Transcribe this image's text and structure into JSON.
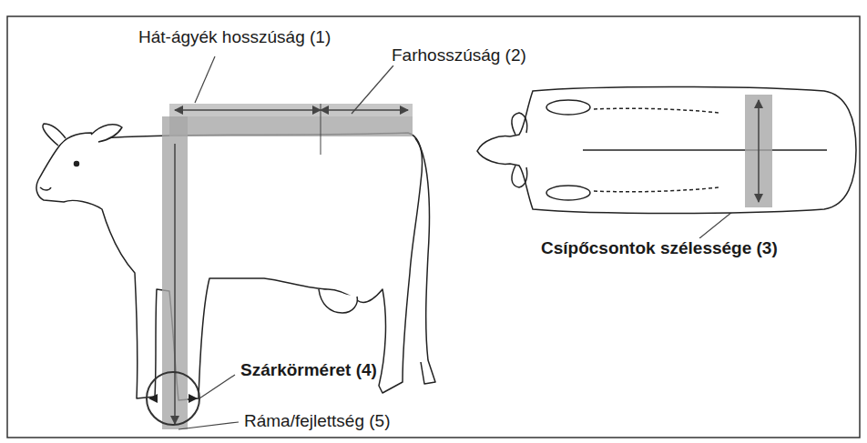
{
  "diagram": {
    "labels": [
      "Hát-ágyék hosszúság (1)",
      "Farhosszúság (2)",
      "Csípőcsontok szélessége (3)",
      "Szárkörméret (4)",
      "Ráma/fejlettség (5)"
    ]
  }
}
